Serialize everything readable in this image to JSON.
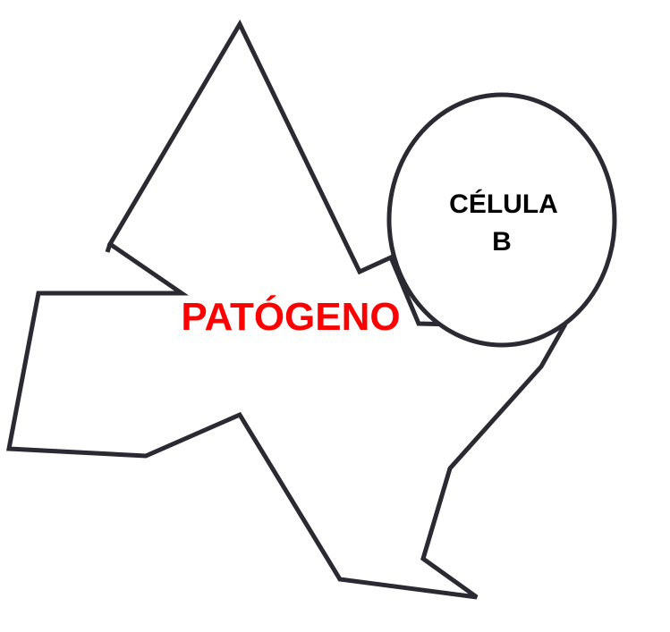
{
  "diagram": {
    "pathogen": {
      "label": "PATÓGENO",
      "label_color": "#ff0000"
    },
    "b_cell": {
      "label_line1": "CÉLULA",
      "label_line2": "B",
      "label_color": "#000000"
    },
    "outline_color": "#2b2a33",
    "fill_color": "#ffffff"
  }
}
